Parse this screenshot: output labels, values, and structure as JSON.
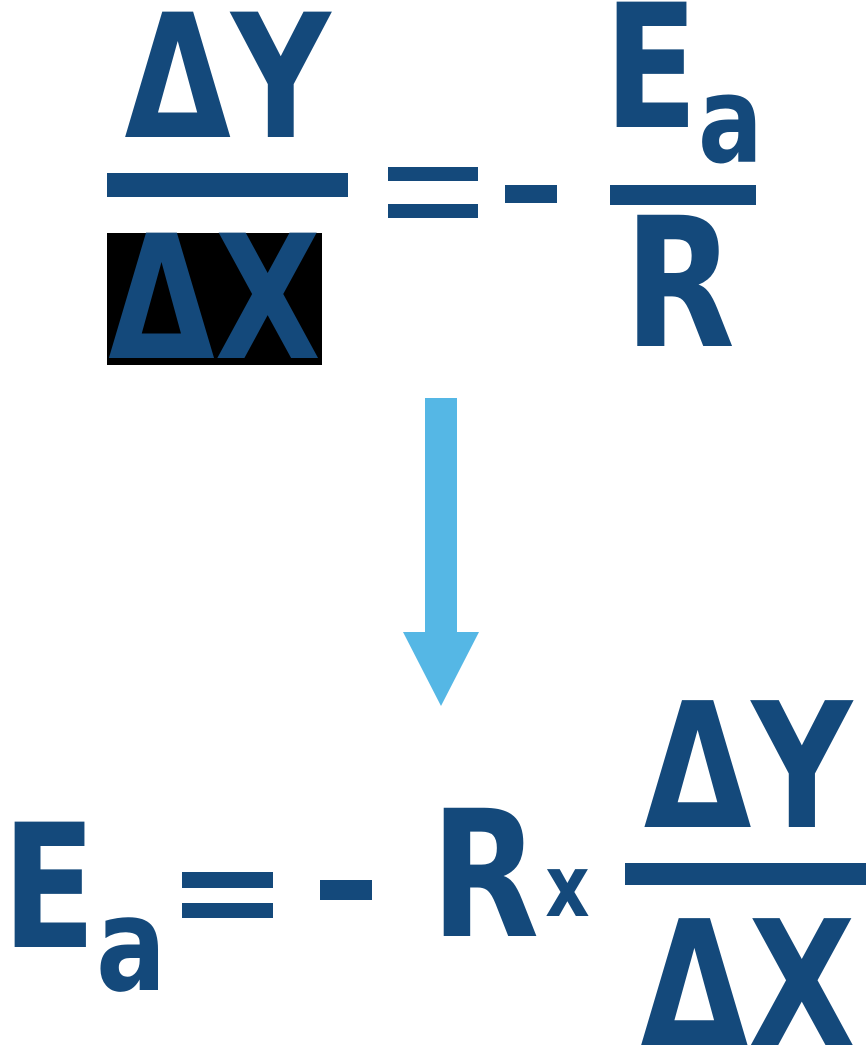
{
  "colors": {
    "formula_blue": "#14497B",
    "arrow_blue": "#55B7E5",
    "highlight_black": "#000000",
    "background_white": "#FFFFFF"
  },
  "top_equation": {
    "fraction_left": {
      "numerator": "ΔY",
      "denominator": "ΔX"
    },
    "equals_sign": "=",
    "minus_sign": "−",
    "fraction_right": {
      "numerator_base": "E",
      "numerator_subscript": "a",
      "denominator": "R"
    }
  },
  "arrow": {
    "icon": "down-arrow"
  },
  "bottom_equation": {
    "result_base": "E",
    "result_subscript": "a",
    "equals_sign": "=",
    "minus_sign": "−",
    "gas_constant": "R",
    "multiplication_sign": "x",
    "fraction_right": {
      "numerator": "ΔY",
      "denominator": "ΔX"
    }
  }
}
